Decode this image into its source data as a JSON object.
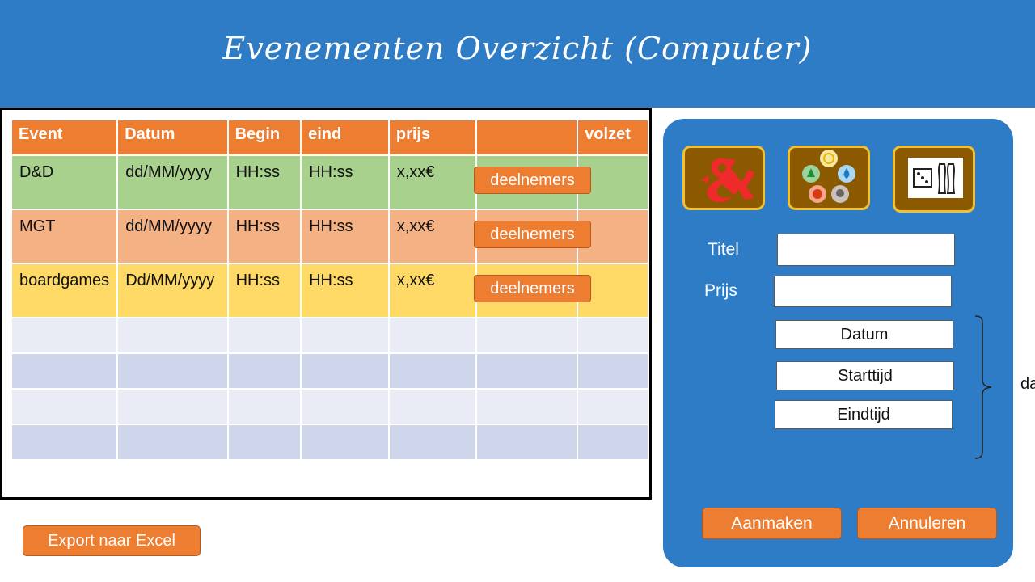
{
  "header": {
    "title": "Evenementen Overzicht (Computer)"
  },
  "table": {
    "columns": [
      "Event",
      "Datum",
      "Begin",
      "eind",
      "prijs",
      "",
      "volzet"
    ],
    "rows": [
      {
        "event": "D&D",
        "datum": "dd/MM/yyyy",
        "begin": "HH:ss",
        "eind": "HH:ss",
        "prijs": "x,xx€",
        "button": "deelnemers",
        "volzet": ""
      },
      {
        "event": "MGT",
        "datum": "dd/MM/yyyy",
        "begin": "HH:ss",
        "eind": "HH:ss",
        "prijs": "x,xx€",
        "button": "deelnemers",
        "volzet": ""
      },
      {
        "event": "boardgames",
        "datum": "Dd/MM/yyyy",
        "begin": "HH:ss",
        "eind": "HH:ss",
        "prijs": "x,xx€",
        "button": "deelnemers",
        "volzet": ""
      }
    ]
  },
  "export_button": "Export naar Excel",
  "form": {
    "icons": [
      "dnd-ampersand-icon",
      "mtg-five-colors-icon",
      "dice-bowling-pins-icon"
    ],
    "titel_label": "Titel",
    "titel_value": "",
    "prijs_label": "Prijs",
    "prijs_value": "",
    "datum_button": "Datum",
    "starttijd_button": "Starttijd",
    "eindtijd_button": "Eindtijd",
    "side_text": "da",
    "create_button": "Aanmaken",
    "cancel_button": "Annuleren"
  },
  "colors": {
    "header": "#2e7bc6",
    "accent": "#ed7d31",
    "row_dnd": "#a9d18e",
    "row_mgt": "#f4b183",
    "row_boardgames": "#ffd966",
    "icon_bg": "#8b5a00",
    "icon_border": "#f2c12e"
  }
}
